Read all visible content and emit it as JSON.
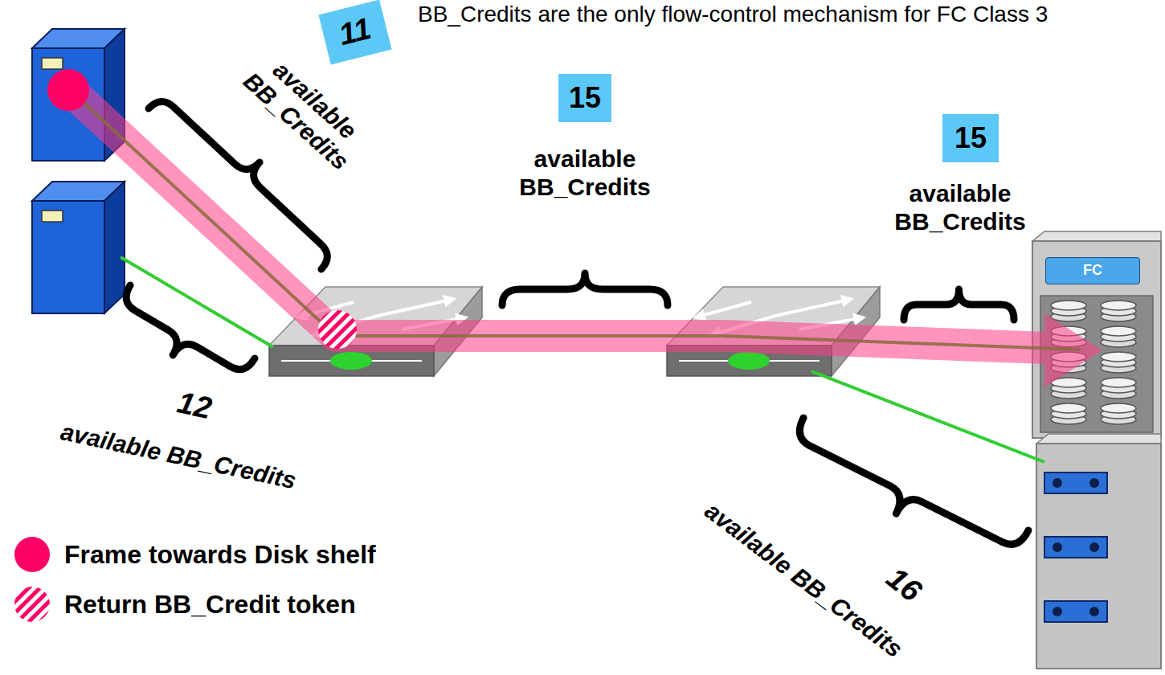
{
  "diagram": {
    "title": "BB_Credits are the only flow-control mechanism for FC Class 3",
    "nodes": [
      {
        "text": [
          "11"
        ]
      },
      {
        "text": [
          "15"
        ]
      },
      {
        "text": [
          "15"
        ]
      },
      {
        "text": [
          "FC"
        ]
      }
    ],
    "labels": [
      "available BB_Credits",
      "available BB_Credits",
      "available BB_Credits",
      "12",
      "available BB_Credits",
      "16",
      "available BB_Credits"
    ],
    "legend": [
      {
        "text": "Frame towards Disk shelf",
        "color": "#ff0066"
      },
      {
        "text": "Return BB_Credit token"
      }
    ]
  }
}
